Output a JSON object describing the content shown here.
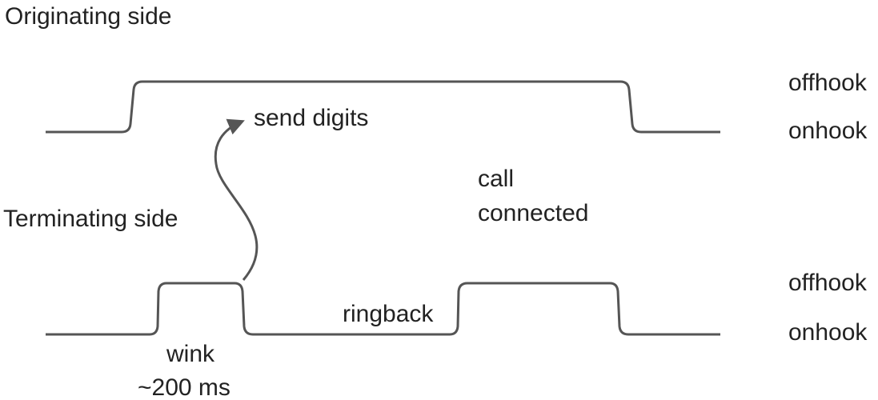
{
  "originating": {
    "title": "Originating side",
    "levels": {
      "high": "offhook",
      "low": "onhook"
    }
  },
  "terminating": {
    "title": "Terminating side",
    "levels": {
      "high": "offhook",
      "low": "onhook"
    }
  },
  "annotations": {
    "send_digits": "send digits",
    "call_line1": "call",
    "call_line2": "connected",
    "ringback": "ringback",
    "wink_line1": "wink",
    "wink_line2": "~200 ms"
  },
  "colors": {
    "line": "#555555",
    "text": "#222222"
  }
}
